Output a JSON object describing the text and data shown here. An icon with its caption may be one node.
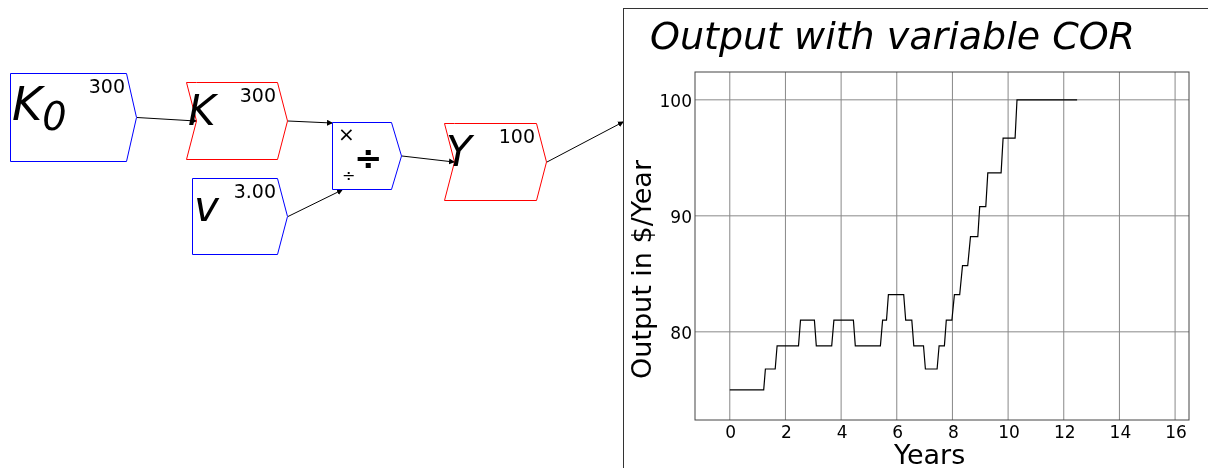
{
  "diagram": {
    "nodes": [
      {
        "text": [
          "K$_{0}$",
          "300"
        ]
      },
      {
        "text": [
          "K",
          "300"
        ]
      },
      {
        "text": [
          "×",
          "÷",
          "÷"
        ]
      },
      {
        "text": [
          "v",
          "3.00"
        ]
      },
      {
        "text": [
          "Y",
          "100"
        ]
      },
      {
        "text": [],
        "shape": "picture"
      }
    ],
    "edges": [
      {
        "from": 0,
        "to": 1,
        "arrow": "to"
      },
      {
        "from": 1,
        "to": 2,
        "arrow": "to"
      },
      {
        "from": 3,
        "to": 2,
        "arrow": "to"
      },
      {
        "from": 2,
        "to": 4,
        "arrow": "to"
      },
      {
        "from": 4,
        "to": 5,
        "arrow": "to"
      }
    ],
    "chart_data": {
      "type": "line",
      "title": "Output with variable COR",
      "xlabel": "Years",
      "ylabel": "Output in $/Year",
      "x": [
        0,
        1.22,
        1.28,
        1.63,
        1.7,
        2.47,
        2.54,
        3.04,
        3.11,
        3.66,
        3.74,
        4.44,
        4.51,
        5.41,
        5.49,
        5.63,
        5.7,
        6.25,
        6.32,
        6.54,
        6.61,
        6.96,
        7.03,
        7.45,
        7.52,
        7.71,
        7.78,
        7.98,
        8.07,
        8.26,
        8.36,
        8.55,
        8.65,
        8.91,
        8.98,
        9.2,
        9.27,
        9.75,
        9.82,
        10.25,
        10.32,
        12.48
      ],
      "series": [
        {
          "color": "#000000",
          "values": [
            75,
            75,
            76.8,
            76.8,
            78.8,
            78.8,
            81,
            81,
            78.8,
            78.8,
            81,
            81,
            78.8,
            78.8,
            81,
            81,
            83.2,
            83.2,
            81,
            81,
            78.8,
            78.8,
            76.8,
            76.8,
            78.8,
            78.8,
            81,
            81,
            83.2,
            83.2,
            85.7,
            85.7,
            88.2,
            88.2,
            90.8,
            90.8,
            93.7,
            93.7,
            96.7,
            96.7,
            100,
            100
          ]
        }
      ],
      "xlim": [
        -1.25,
        16.5
      ],
      "grid": true,
      "ylim": [
        72.4,
        102.4
      ],
      "xticks": [
        0,
        2,
        4,
        6,
        8,
        10,
        12,
        14,
        16
      ],
      "yticks": [
        80,
        90,
        100
      ]
    }
  }
}
